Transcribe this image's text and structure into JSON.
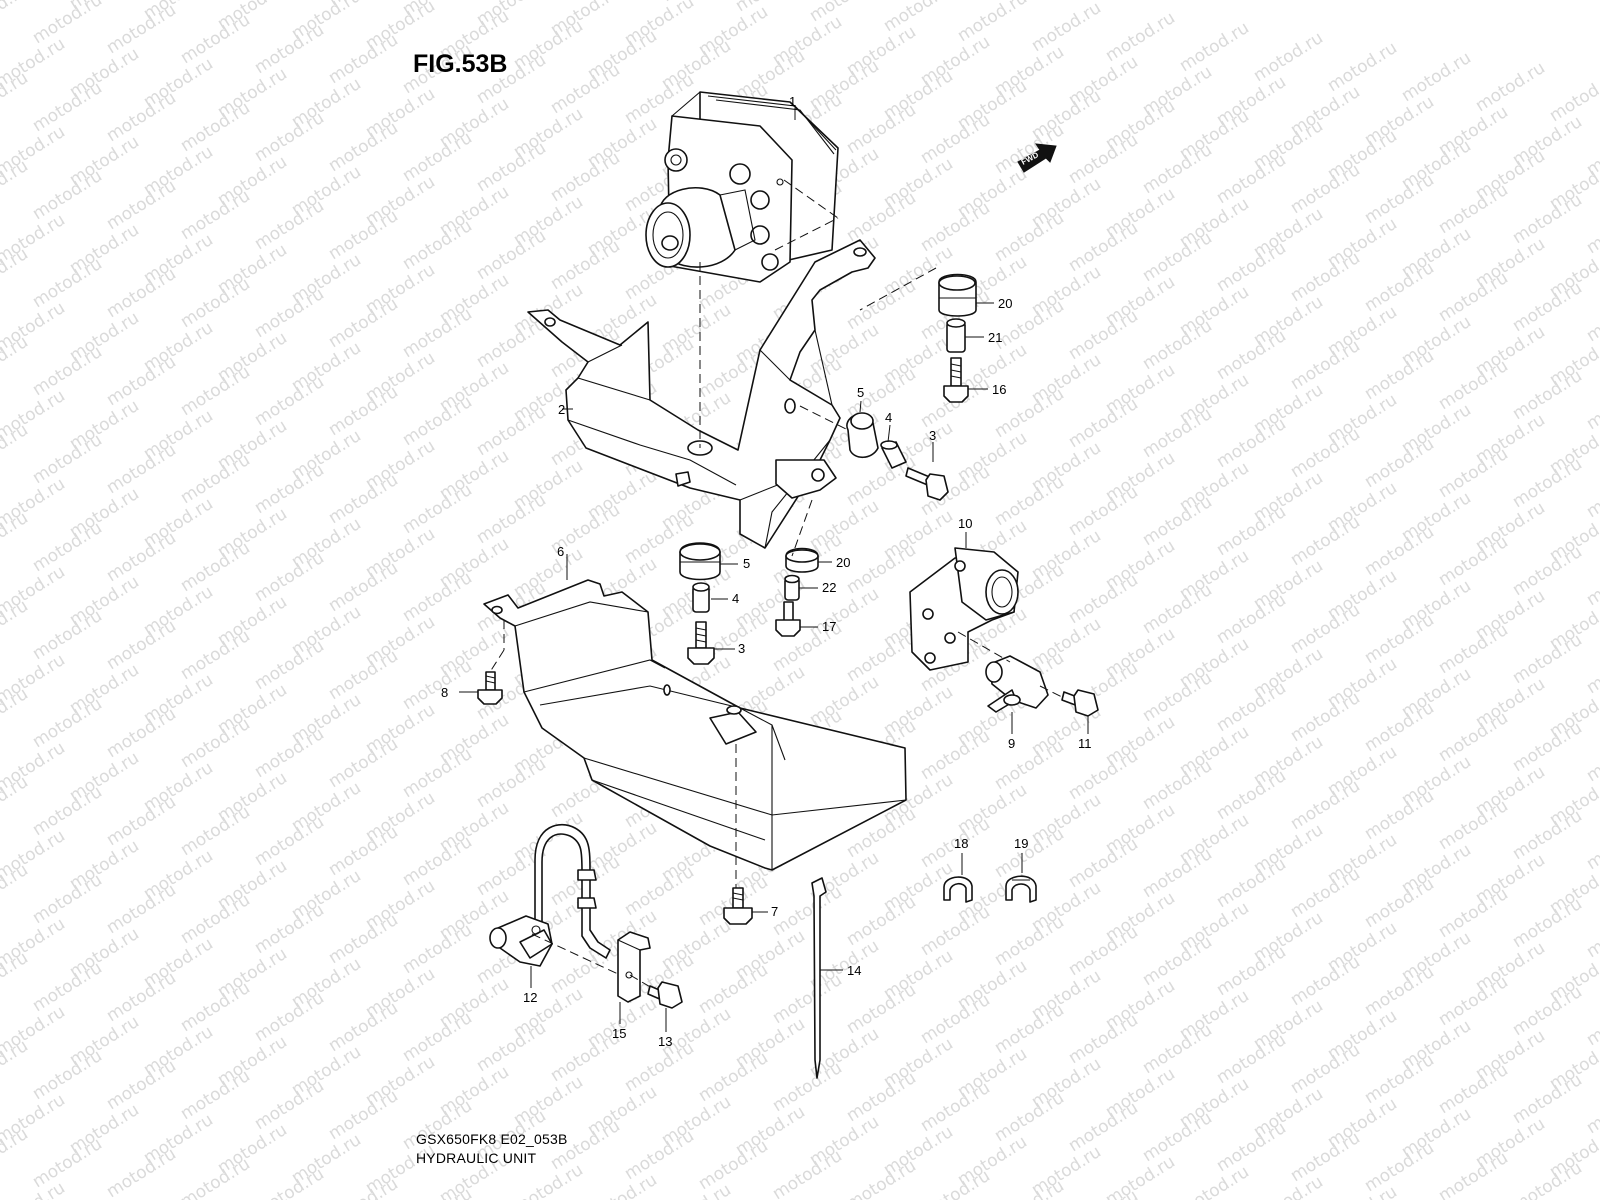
{
  "figure": {
    "title": "FIG.53B",
    "diagram_code": "GSX650FK8 E02_053B",
    "diagram_name": "HYDRAULIC UNIT"
  },
  "watermark": "motod.ru",
  "fwd_label": "FWD",
  "callouts": [
    {
      "n": "1"
    },
    {
      "n": "2"
    },
    {
      "n": "3"
    },
    {
      "n": "4"
    },
    {
      "n": "5"
    },
    {
      "n": "6"
    },
    {
      "n": "7"
    },
    {
      "n": "8"
    },
    {
      "n": "9"
    },
    {
      "n": "10"
    },
    {
      "n": "11"
    },
    {
      "n": "12"
    },
    {
      "n": "13"
    },
    {
      "n": "14"
    },
    {
      "n": "15"
    },
    {
      "n": "16"
    },
    {
      "n": "17"
    },
    {
      "n": "18"
    },
    {
      "n": "19"
    },
    {
      "n": "20"
    },
    {
      "n": "21"
    },
    {
      "n": "22"
    }
  ]
}
